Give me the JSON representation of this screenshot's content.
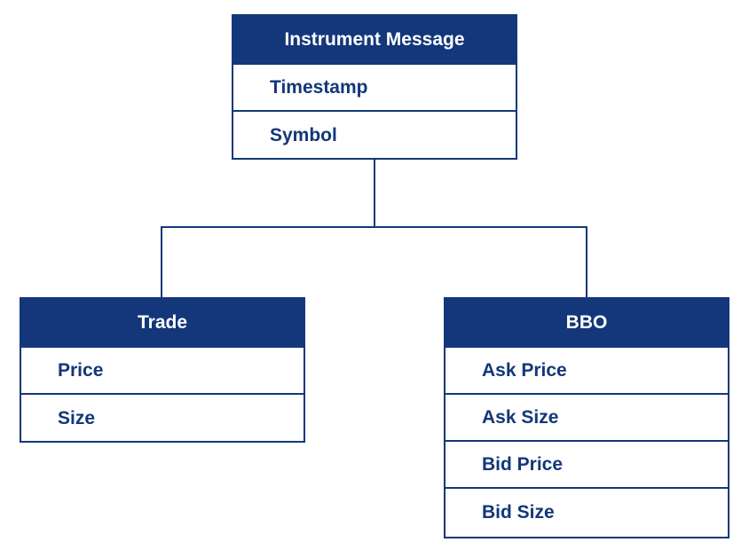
{
  "diagram": {
    "colors": {
      "header_bg": "#13377a",
      "header_text": "#ffffff",
      "field_text": "#13377a",
      "border": "#13377a",
      "connector": "#13377a"
    },
    "parent": {
      "title": "Instrument Message",
      "fields": [
        "Timestamp",
        "Symbol"
      ]
    },
    "children": [
      {
        "title": "Trade",
        "fields": [
          "Price",
          "Size"
        ]
      },
      {
        "title": "BBO",
        "fields": [
          "Ask Price",
          "Ask Size",
          "Bid Price",
          "Bid Size"
        ]
      }
    ]
  }
}
